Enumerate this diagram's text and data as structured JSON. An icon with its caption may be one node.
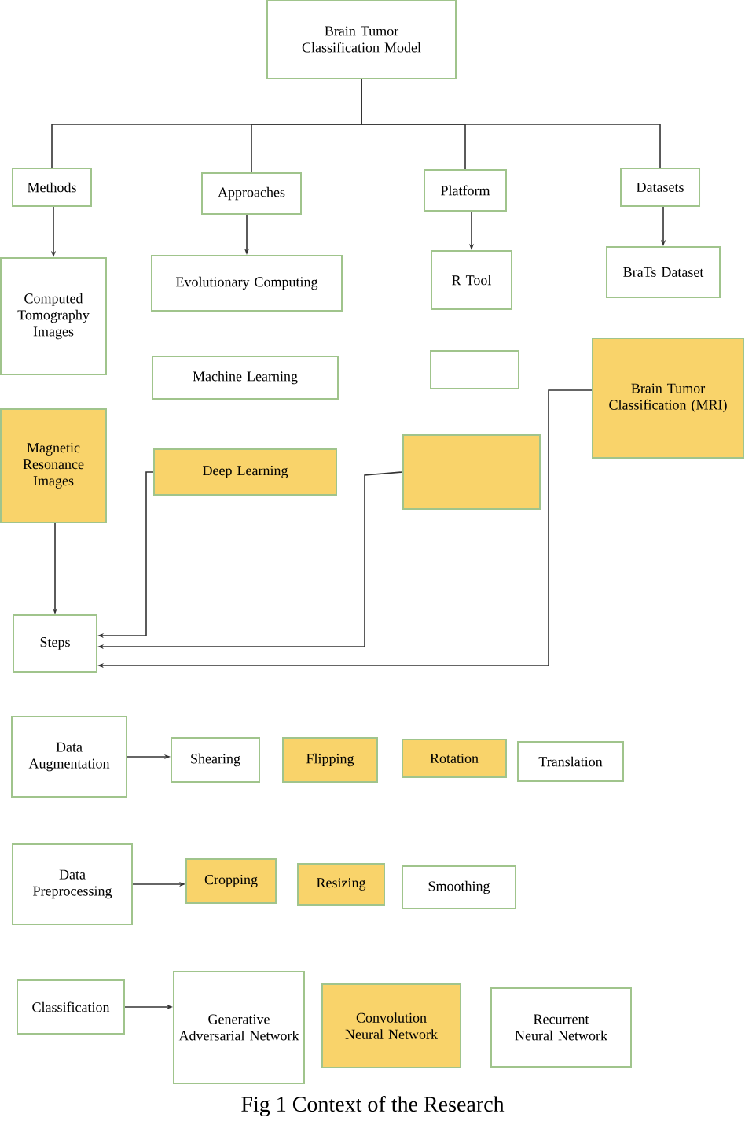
{
  "diagram": {
    "caption": "Fig 1 Context of the Research",
    "nodes": [
      {
        "text": [
          "Brain Tumor Classification Model"
        ]
      },
      {
        "text": [
          "Methods"
        ]
      },
      {
        "text": [
          "Approaches"
        ]
      },
      {
        "text": [
          "Platform"
        ]
      },
      {
        "text": [
          "Datasets"
        ]
      },
      {
        "text": [
          "Computed Tomography Images"
        ]
      },
      {
        "text": [
          "Evolutionary Computing"
        ]
      },
      {
        "text": [
          "R Tool"
        ]
      },
      {
        "text": [
          "BraTs Dataset"
        ]
      },
      {
        "text": [
          "Machine Learning"
        ]
      },
      {
        "text": [],
        "shape": "box"
      },
      {
        "text": [
          "Brain Tumor Classification (MRI)"
        ]
      },
      {
        "text": [
          "Magnetic Resonance Images"
        ]
      },
      {
        "text": [
          "Deep Learning"
        ]
      },
      {
        "text": [],
        "shape": "box"
      },
      {
        "text": [
          "Steps"
        ]
      },
      {
        "text": [
          "Data Augmentation"
        ]
      },
      {
        "text": [
          "Shearing"
        ]
      },
      {
        "text": [
          "Flipping"
        ]
      },
      {
        "text": [
          "Rotation"
        ]
      },
      {
        "text": [
          "Translation"
        ]
      },
      {
        "text": [
          "Data Preprocessing"
        ]
      },
      {
        "text": [
          "Cropping"
        ]
      },
      {
        "text": [
          "Resizing"
        ]
      },
      {
        "text": [
          "Smoothing"
        ]
      },
      {
        "text": [
          "Classification"
        ]
      },
      {
        "text": [
          "Generative Adversarial Network"
        ]
      },
      {
        "text": [
          "Convolution Neural Network"
        ]
      },
      {
        "text": [
          "Recurrent Neural Network"
        ]
      }
    ],
    "edges": [
      {
        "from": 0,
        "to": 1,
        "arrow": "none"
      },
      {
        "from": 0,
        "to": 2,
        "arrow": "none"
      },
      {
        "from": 0,
        "to": 3,
        "arrow": "none"
      },
      {
        "from": 0,
        "to": 4,
        "arrow": "none"
      },
      {
        "from": 1,
        "to": 5,
        "arrow": "to"
      },
      {
        "from": 2,
        "to": 6,
        "arrow": "to"
      },
      {
        "from": 3,
        "to": 7,
        "arrow": "to"
      },
      {
        "from": 4,
        "to": 8,
        "arrow": "to"
      },
      {
        "from": 12,
        "to": 15,
        "arrow": "to"
      },
      {
        "from": 13,
        "to": 15,
        "arrow": "to"
      },
      {
        "from": 14,
        "to": 15,
        "arrow": "to"
      },
      {
        "from": 11,
        "to": 15,
        "arrow": "to"
      },
      {
        "from": 16,
        "to": 17,
        "arrow": "to"
      },
      {
        "from": 21,
        "to": 22,
        "arrow": "to"
      },
      {
        "from": 25,
        "to": 26,
        "arrow": "to"
      }
    ]
  }
}
